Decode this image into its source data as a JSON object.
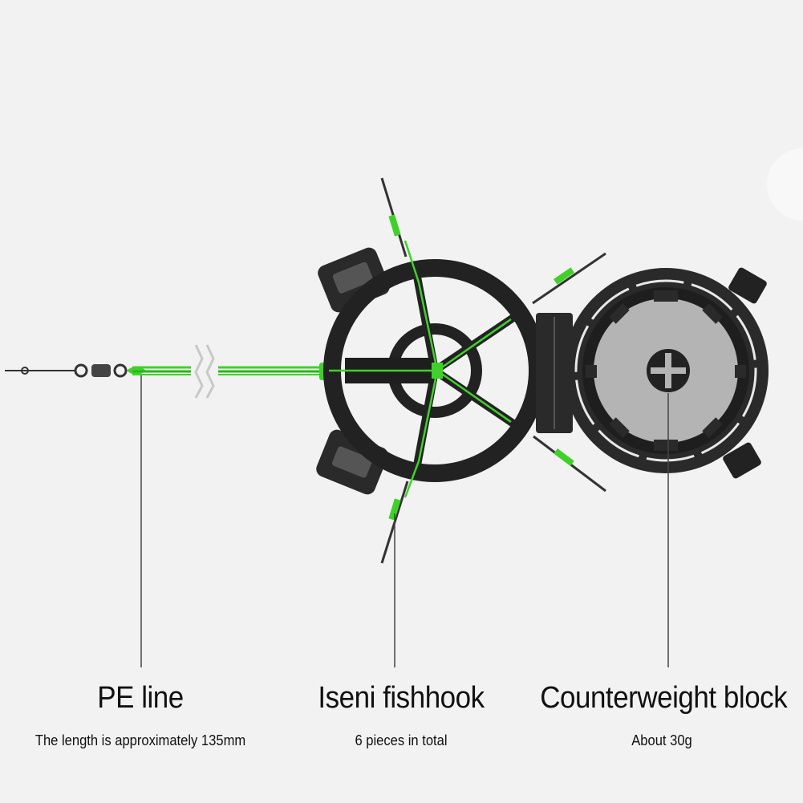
{
  "colors": {
    "background": "#f2f2f2",
    "body_dark": "#222222",
    "body_mid": "#333333",
    "accent_green": "#3fd12a",
    "weight_gray": "#b4b4b4",
    "leader_line": "#444444"
  },
  "labels": {
    "pe_line": {
      "title": "PE line",
      "subtitle": "The length is approximately 135mm"
    },
    "fishhook": {
      "title": "Iseni fishhook",
      "subtitle": "6 pieces in total"
    },
    "counterweight": {
      "title": "Counterweight block",
      "subtitle": "About 30g"
    }
  }
}
